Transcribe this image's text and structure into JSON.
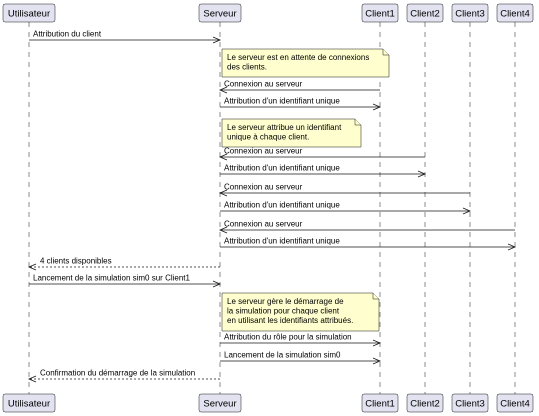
{
  "participants": [
    {
      "id": "utilisateur",
      "label": "Utilisateur"
    },
    {
      "id": "serveur",
      "label": "Serveur"
    },
    {
      "id": "client1",
      "label": "Client1"
    },
    {
      "id": "client2",
      "label": "Client2"
    },
    {
      "id": "client3",
      "label": "Client3"
    },
    {
      "id": "client4",
      "label": "Client4"
    }
  ],
  "steps": [
    {
      "kind": "message",
      "from": "utilisateur",
      "to": "serveur",
      "text": "Attribution du client",
      "style": "solid"
    },
    {
      "kind": "note",
      "over": "serveur",
      "lines": [
        "Le serveur est en attente de connexions",
        "des clients."
      ]
    },
    {
      "kind": "message",
      "from": "client1",
      "to": "serveur",
      "text": "Connexion au serveur",
      "style": "solid"
    },
    {
      "kind": "message",
      "from": "serveur",
      "to": "client1",
      "text": "Attribution d'un identifiant unique",
      "style": "solid"
    },
    {
      "kind": "note",
      "over": "serveur",
      "lines": [
        "Le serveur attribue un identifiant",
        "unique à chaque client."
      ]
    },
    {
      "kind": "message",
      "from": "client2",
      "to": "serveur",
      "text": "Connexion au serveur",
      "style": "solid"
    },
    {
      "kind": "message",
      "from": "serveur",
      "to": "client2",
      "text": "Attribution d'un identifiant unique",
      "style": "solid"
    },
    {
      "kind": "message",
      "from": "client3",
      "to": "serveur",
      "text": "Connexion au serveur",
      "style": "solid"
    },
    {
      "kind": "message",
      "from": "serveur",
      "to": "client3",
      "text": "Attribution d'un identifiant unique",
      "style": "solid"
    },
    {
      "kind": "message",
      "from": "client4",
      "to": "serveur",
      "text": "Connexion au serveur",
      "style": "solid"
    },
    {
      "kind": "message",
      "from": "serveur",
      "to": "client4",
      "text": "Attribution d'un identifiant unique",
      "style": "solid"
    },
    {
      "kind": "message",
      "from": "serveur",
      "to": "utilisateur",
      "text": "4 clients disponibles",
      "style": "dashed"
    },
    {
      "kind": "message",
      "from": "utilisateur",
      "to": "serveur",
      "text": "Lancement de la simulation sim0 sur Client1",
      "style": "solid"
    },
    {
      "kind": "note",
      "over": "serveur",
      "lines": [
        "Le serveur gère le démarrage de",
        "la simulation pour chaque client",
        "en utilisant les identifiants attribués."
      ]
    },
    {
      "kind": "message",
      "from": "serveur",
      "to": "client1",
      "text": "Attribution du rôle pour la simulation",
      "style": "solid"
    },
    {
      "kind": "message",
      "from": "serveur",
      "to": "client1",
      "text": "Lancement de la simulation sim0",
      "style": "solid"
    },
    {
      "kind": "message",
      "from": "serveur",
      "to": "utilisateur",
      "text": "Confirmation du démarrage de la simulation",
      "style": "dashed"
    }
  ],
  "colors": {
    "participant_fill": "#e2e2f0",
    "note_fill": "#fefece",
    "line": "#181818"
  }
}
